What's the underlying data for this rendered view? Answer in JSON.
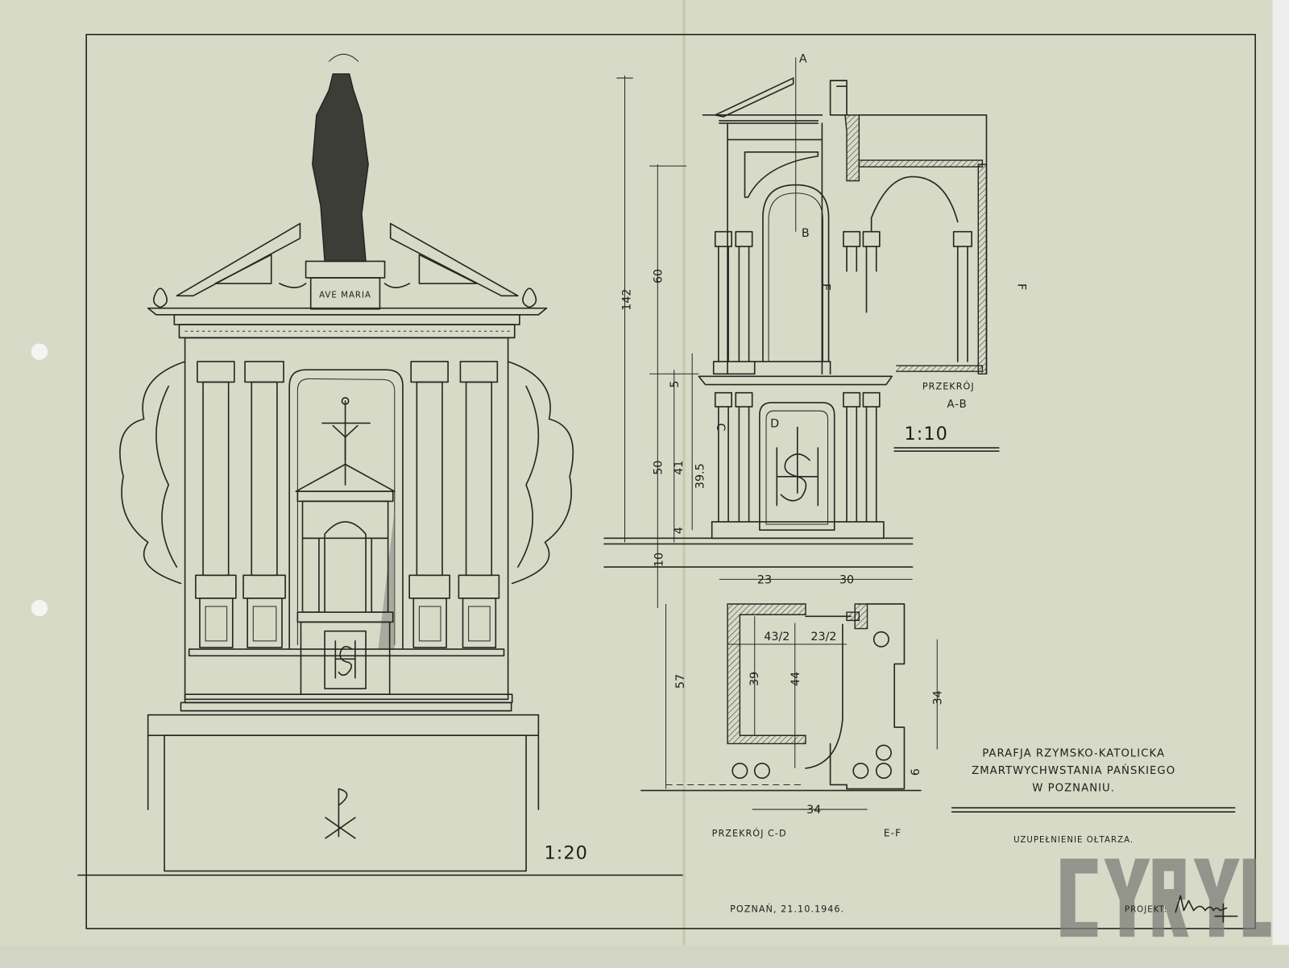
{
  "drawing": {
    "left_elevation": {
      "statue_inscription": "AVE MARIA",
      "scale": "1:20"
    },
    "right_elevation": {
      "dimensions": [
        "142",
        "60",
        "5",
        "50",
        "41",
        "39.5",
        "4",
        "10"
      ],
      "markers": {
        "a": "A",
        "b": "B",
        "c": "C",
        "d": "D",
        "e": "E",
        "f": "F"
      },
      "section_label": "PRZEKRÓJ",
      "section_id": "A-B",
      "scale": "1:10"
    },
    "plan": {
      "dimensions": {
        "top_left": "23",
        "top_right": "30",
        "half_left": "43/2",
        "half_right": "23/2",
        "inner_depth": "39",
        "center_depth": "44",
        "overall_depth": "57",
        "right_depth": "34",
        "small": "6",
        "bottom_width": "34"
      },
      "section_label_cd": "PRZEKRÓJ C-D",
      "section_label_ef": "E-F"
    },
    "title_block": {
      "line1": "PARAFJA RZYMSKO-KATOLICKA",
      "line2": "ZMARTWYCHWSTANIA PAŃSKIEGO",
      "line3": "W POZNANIU.",
      "subtitle": "UZUPEŁNIENIE OŁTARZA.",
      "place_date": "POZNAŃ, 21.10.1946.",
      "project_label": "PROJEKT:",
      "signature": "Wasiński"
    },
    "watermark": "CYRYL"
  },
  "colors": {
    "paper": "#d8dac8",
    "ink": "#262622",
    "watermark": "#7c7c78"
  }
}
